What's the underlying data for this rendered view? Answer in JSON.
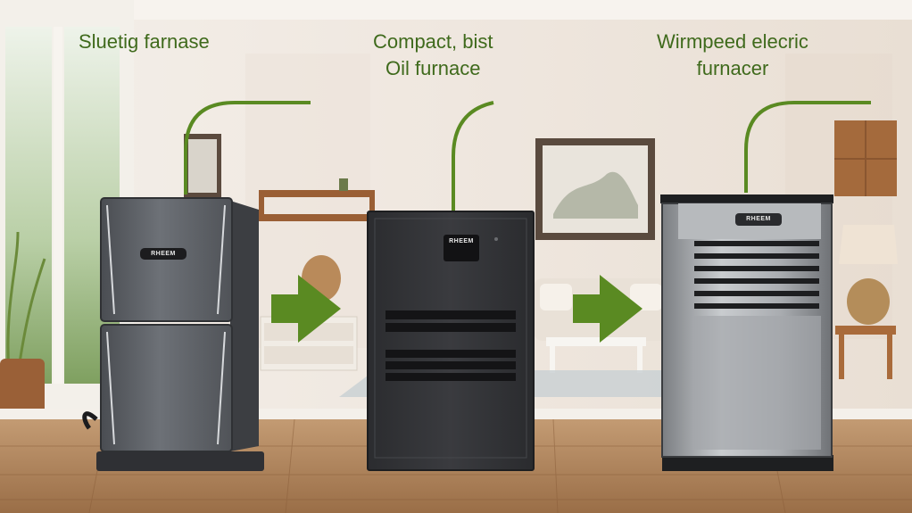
{
  "labels": {
    "left": {
      "line1": "Sluetig farnase"
    },
    "middle": {
      "line1": "Compact, bist",
      "line2": "Oil furnace"
    },
    "right": {
      "line1": "Wirmpeed elecric",
      "line2": "furnacer"
    }
  },
  "brand_badges": {
    "left": "RHEEM",
    "middle": "RHEEM",
    "right": "RHEEM"
  },
  "icons": {
    "left_arrow": "right-arrow-icon",
    "right_arrow": "right-arrow-icon"
  },
  "colors": {
    "accent_green": "#5a8a22",
    "label_green": "#3f6a1c",
    "wall": "#f2ece6",
    "floor": "#b88a60"
  }
}
